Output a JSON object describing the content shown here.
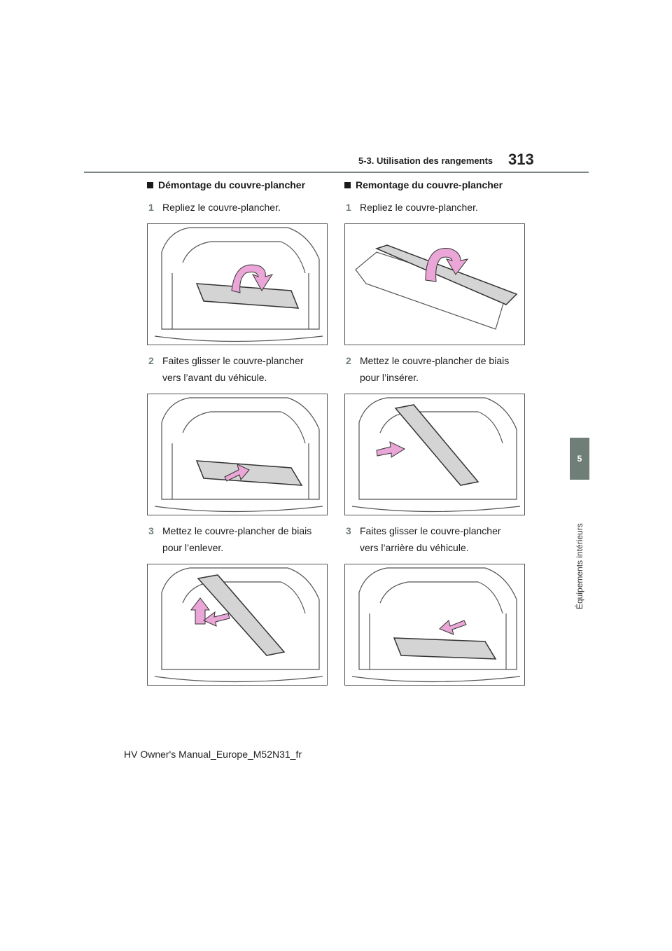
{
  "header": {
    "section_title": "5-3. Utilisation des rangements",
    "page_number": "313"
  },
  "chapter_tab": {
    "number": "5",
    "label": "Équipements intérieurs"
  },
  "left_column": {
    "heading": "Démontage du couvre-plancher",
    "steps": [
      {
        "num": "1",
        "text": "Repliez le couvre-plancher.",
        "figure": "cover-fold-in-trunk"
      },
      {
        "num": "2",
        "text": "Faites glisser le couvre-plancher vers l’avant du véhicule.",
        "figure": "cover-slide-forward"
      },
      {
        "num": "3",
        "text": "Mettez le couvre-plancher de biais pour l’enlever.",
        "figure": "cover-tilt-remove"
      }
    ]
  },
  "right_column": {
    "heading": "Remontage du couvre-plancher",
    "steps": [
      {
        "num": "1",
        "text": "Repliez le couvre-plancher.",
        "figure": "cover-fold-standalone"
      },
      {
        "num": "2",
        "text": "Mettez le couvre-plancher de biais pour l’insérer.",
        "figure": "cover-tilt-insert"
      },
      {
        "num": "3",
        "text": "Faites glisser le couvre-plancher vers l’arrière du véhicule.",
        "figure": "cover-slide-backward"
      }
    ]
  },
  "footer": {
    "text": "HV Owner's Manual_Europe_M52N31_fr"
  },
  "colors": {
    "accent": "#6f7f78",
    "arrow": "#e9a6d6",
    "panel": "#d4d4d4"
  }
}
